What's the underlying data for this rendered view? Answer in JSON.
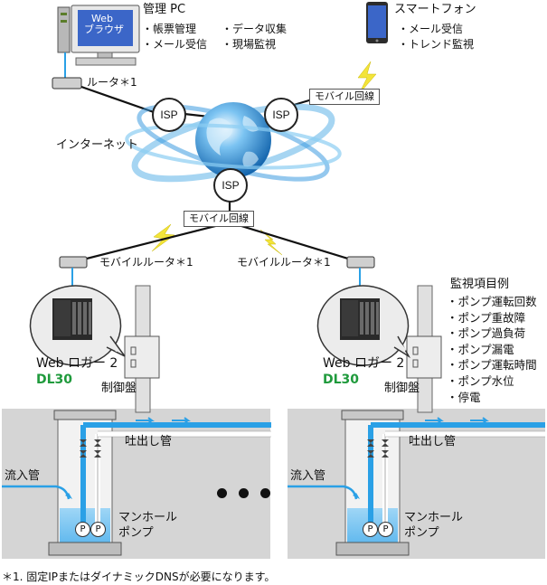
{
  "pc": {
    "title": "管理 PC",
    "screen_text_1": "Web",
    "screen_text_2": "ブラウザ",
    "functions_left": [
      "・帳票管理",
      "・メール受信"
    ],
    "functions_right": [
      "・データ収集",
      "・現場監視"
    ]
  },
  "router_label": "ルータ＊1",
  "smartphone": {
    "title": "スマートフォン",
    "functions": [
      "・メール受信",
      "・トレンド監視"
    ]
  },
  "mobile_line_label": "モバイル回線",
  "isp_label": "ISP",
  "internet_label": "インターネット",
  "sites": [
    {
      "router_label": "モバイルルータ＊1",
      "logger_label": "Web ロガー 2",
      "logger_model": "DL30",
      "panel_label": "制御盤",
      "discharge_label": "吐出し管",
      "inflow_label": "流入管",
      "manhole_label": "マンホール",
      "pump_label": "ポンプ",
      "pump_symbol": "P"
    },
    {
      "router_label": "モバイルルータ＊1",
      "logger_label": "Web ロガー 2",
      "logger_model": "DL30",
      "panel_label": "制御盤",
      "discharge_label": "吐出し管",
      "inflow_label": "流入管",
      "manhole_label": "マンホール",
      "pump_label": "ポンプ",
      "pump_symbol": "P"
    }
  ],
  "monitoring": {
    "title": "監視項目例",
    "items": [
      "・ポンプ運転回数",
      "・ポンプ重故障",
      "・ポンプ過負荷",
      "・ポンプ漏電",
      "・ポンプ運転時間",
      "・ポンプ水位",
      "・停電"
    ]
  },
  "footnote": "＊1. 固定IPまたはダイナミックDNSが必要になります。",
  "colors": {
    "water": "#2aa0e6",
    "accent_green": "#1f9a3c",
    "lightning": "#f3e43a",
    "ground": "#d5d5d5"
  }
}
